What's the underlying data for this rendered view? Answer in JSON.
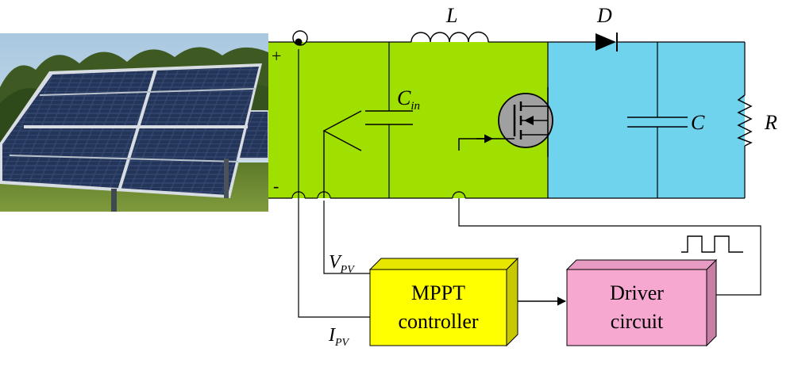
{
  "terminals": {
    "plus": "+",
    "minus": "-"
  },
  "components": {
    "inductor": "L",
    "diode": "D",
    "input_capacitor_main": "C",
    "input_capacitor_sub": "in",
    "output_capacitor": "C",
    "load_resistor": "R"
  },
  "signals": {
    "voltage_main": "V",
    "voltage_sub": "PV",
    "current_main": "I",
    "current_sub": "PV"
  },
  "blocks": {
    "mppt_line1": "MPPT",
    "mppt_line2": "controller",
    "driver_line1": "Driver",
    "driver_line2": "circuit"
  },
  "colors": {
    "input_section": "#9fe000",
    "output_section": "#6fd3ee",
    "mppt_block": "#ffff00",
    "mppt_block_side": "#c8c800",
    "driver_block": "#f7a8d0",
    "driver_block_side": "#c77fa6",
    "mosfet_fill": "#a0a0a0"
  }
}
